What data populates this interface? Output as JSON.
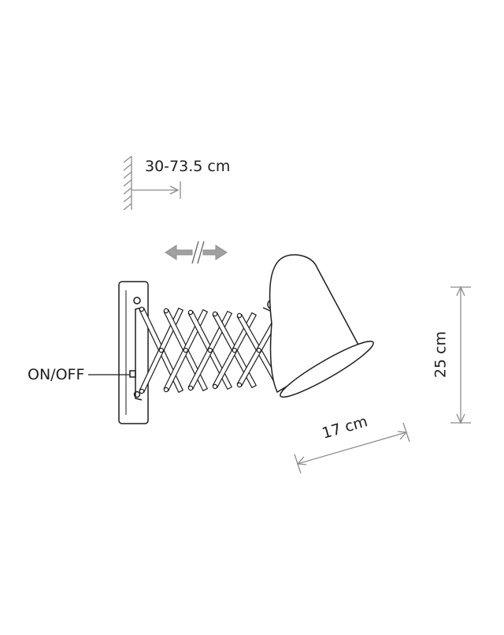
{
  "labels": {
    "reach": "30-73.5 cm",
    "switch": "ON/OFF",
    "height": "25 cm",
    "depth": "17 cm"
  },
  "colors": {
    "line": "#1e1e1e",
    "dimension": "#8c8c8c",
    "arrow_fill": "#a0a0a0"
  }
}
